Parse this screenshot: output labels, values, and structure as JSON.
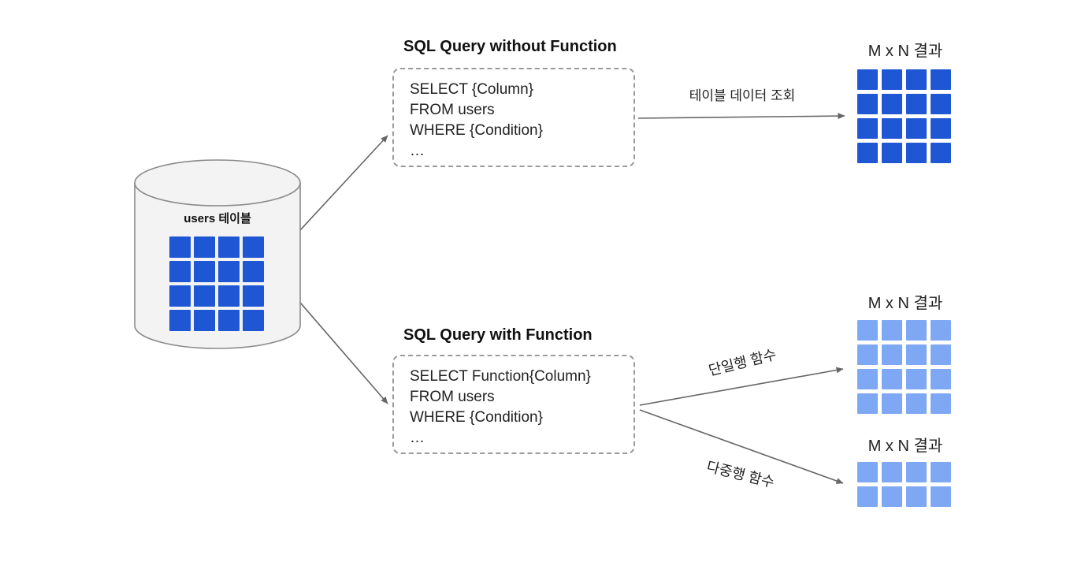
{
  "diagram": {
    "database": {
      "label": "users 테이블",
      "grid": {
        "rows": 4,
        "cols": 4,
        "color": "#1e56d3"
      }
    },
    "query_without": {
      "title": "SQL Query without Function",
      "lines": [
        "SELECT {Column}",
        "FROM users",
        "WHERE {Condition}",
        "…"
      ]
    },
    "query_with": {
      "title": "SQL Query with Function",
      "lines": [
        "SELECT Function{Column}",
        "FROM users",
        "WHERE {Condition}",
        "…"
      ]
    },
    "arrow_labels": {
      "table_query": "테이블 데이터 조회",
      "single_row": "단일행 함수",
      "multi_row": "다중행 함수"
    },
    "results": {
      "top": {
        "title": "M x N 결과",
        "grid": {
          "rows": 4,
          "cols": 4,
          "color": "#1e56d3"
        }
      },
      "middle": {
        "title": "M x N 결과",
        "grid": {
          "rows": 4,
          "cols": 4,
          "color": "#7ea8f4"
        }
      },
      "bottom": {
        "title": "M x N 결과",
        "grid": {
          "rows": 2,
          "cols": 4,
          "color": "#7ea8f4"
        }
      }
    },
    "colors": {
      "dark_blue": "#1e56d3",
      "light_blue": "#7ea8f4",
      "arrow": "#666666"
    }
  }
}
